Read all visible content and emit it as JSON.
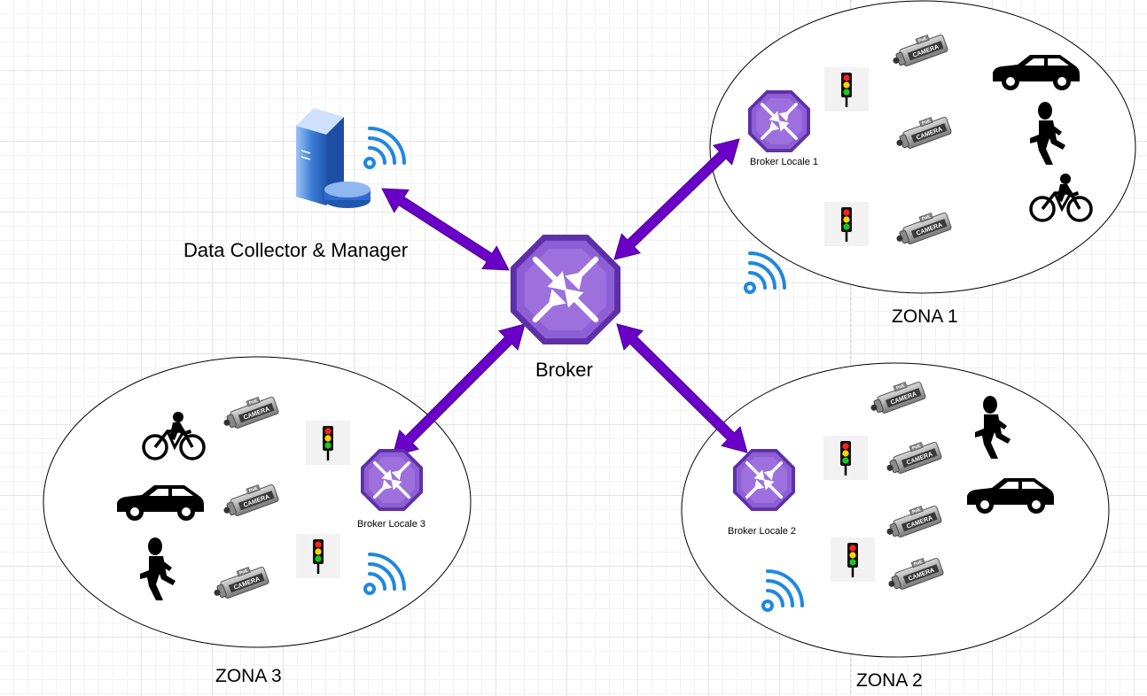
{
  "diagram": {
    "hub": {
      "label": "Broker"
    },
    "data_collector": {
      "label": "Data Collector & Manager"
    },
    "zones": [
      {
        "name": "ZONA 1",
        "broker_label": "Broker Locale 1"
      },
      {
        "name": "ZONA 2",
        "broker_label": "Broker Locale 2"
      },
      {
        "name": "ZONA 3",
        "broker_label": "Broker Locale 3"
      }
    ],
    "camera_badge": "CAMERA",
    "camera_poe": "PoE",
    "colors": {
      "arrow": "#6a00c8",
      "broker_fill": "#8e5fd4",
      "broker_border": "#5d2fa8",
      "wifi": "#1f87e0",
      "server": "#3f7fd8"
    },
    "icons": [
      "server-icon",
      "wifi-icon",
      "router-icon",
      "camera-icon",
      "traffic-light-icon",
      "car-icon",
      "pedestrian-icon",
      "cyclist-icon"
    ]
  }
}
